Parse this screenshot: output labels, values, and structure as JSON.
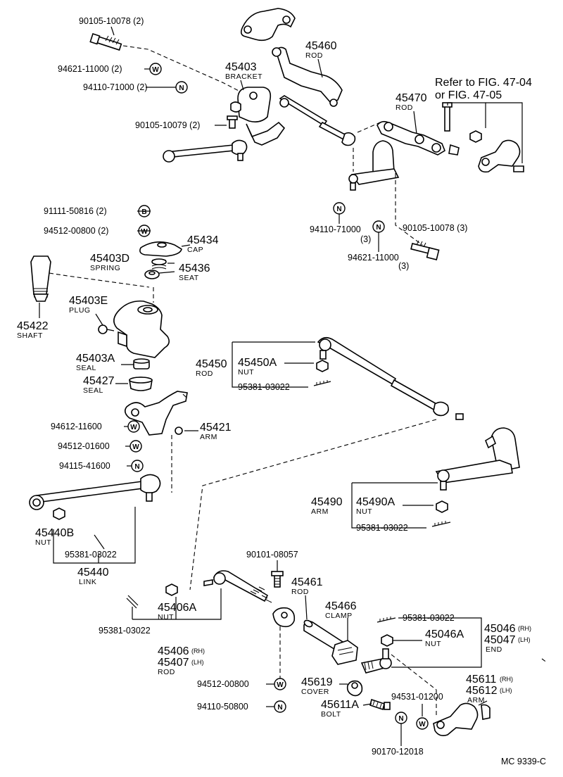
{
  "reference_note": {
    "line1": "Refer to FIG. 47-04",
    "line2": "or FIG. 47-05"
  },
  "footer_code": "MC  9339-C",
  "symbols": {
    "w": "W",
    "n": "N",
    "b": "B"
  },
  "labels": {
    "bolt_a": "90105-10078 (2)",
    "washer_a": "94621-11000 (2)",
    "nut_a": "94110-71000 (2)",
    "bolt_b": "90105-10079 (2)",
    "bracket_pn": "45403",
    "bracket_name": "BRACKET",
    "rod_45460": "45460",
    "rod_45460_name": "ROD",
    "rod_45470": "45470",
    "rod_45470_name": "ROD",
    "nut_c": "94110-71000",
    "nut_c_qty": "(3)",
    "washer_c": "94621-11000",
    "washer_c_qty": "(3)",
    "bolt_c": "90105-10078 (3)",
    "bush_b": "91111-50816 (2)",
    "washer_d": "94512-00800 (2)",
    "cap_pn": "45434",
    "cap_name": "CAP",
    "spring_pn": "45403D",
    "spring_name": "SPRING",
    "seat_pn": "45436",
    "seat_name": "SEAT",
    "plug_pn": "45403E",
    "plug_name": "PLUG",
    "shaft_pn": "45422",
    "shaft_name": "SHAFT",
    "seal_a_pn": "45403A",
    "seal_a_name": "SEAL",
    "seal_b_pn": "45427",
    "seal_b_name": "SEAL",
    "rod_45450": "45450",
    "rod_45450_name": "ROD",
    "nut_45450a": "45450A",
    "nut_45450a_name": "NUT",
    "pin_a": "95381-03022",
    "washer_e": "94612-11600",
    "washer_f": "94512-01600",
    "nut_e": "94115-41600",
    "arm_45421": "45421",
    "arm_45421_name": "ARM",
    "arm_45490": "45490",
    "arm_45490_name": "ARM",
    "nut_45490a": "45490A",
    "nut_45490a_name": "NUT",
    "pin_b": "95381-03022",
    "nut_45440b": "45440B",
    "nut_45440b_name": "NUT",
    "pin_c": "95381-03022",
    "link_45440": "45440",
    "link_45440_name": "LINK",
    "bolt_d": "90101-08057",
    "rod_45461": "45461",
    "rod_45461_name": "ROD",
    "clamp_45466": "45466",
    "clamp_45466_name": "CLAMP",
    "pin_d": "95381-03022",
    "nut_45406a": "45406A",
    "nut_45406a_name": "NUT",
    "pin_e": "95381-03022",
    "rod_45406": "45406",
    "rod_45406_side": "(RH)",
    "rod_45407": "45407",
    "rod_45407_side": "(LH)",
    "rod_45406_name": "ROD",
    "nut_45046a": "45046A",
    "nut_45046a_name": "NUT",
    "end_45046": "45046",
    "end_45046_side": "(RH)",
    "end_45047": "45047",
    "end_45047_side": "(LH)",
    "end_name": "END",
    "washer_g": "94512-00800",
    "nut_g": "94110-50800",
    "cover_pn": "45619",
    "cover_name": "COVER",
    "bolt_45611a": "45611A",
    "bolt_45611a_name": "BOLT",
    "washer_h": "94531-01200",
    "nut_h": "90170-12018",
    "arm_45611": "45611",
    "arm_45611_side": "(RH)",
    "arm_45612": "45612",
    "arm_45612_side": "(LH)",
    "arm_45611_name": "ARM"
  }
}
